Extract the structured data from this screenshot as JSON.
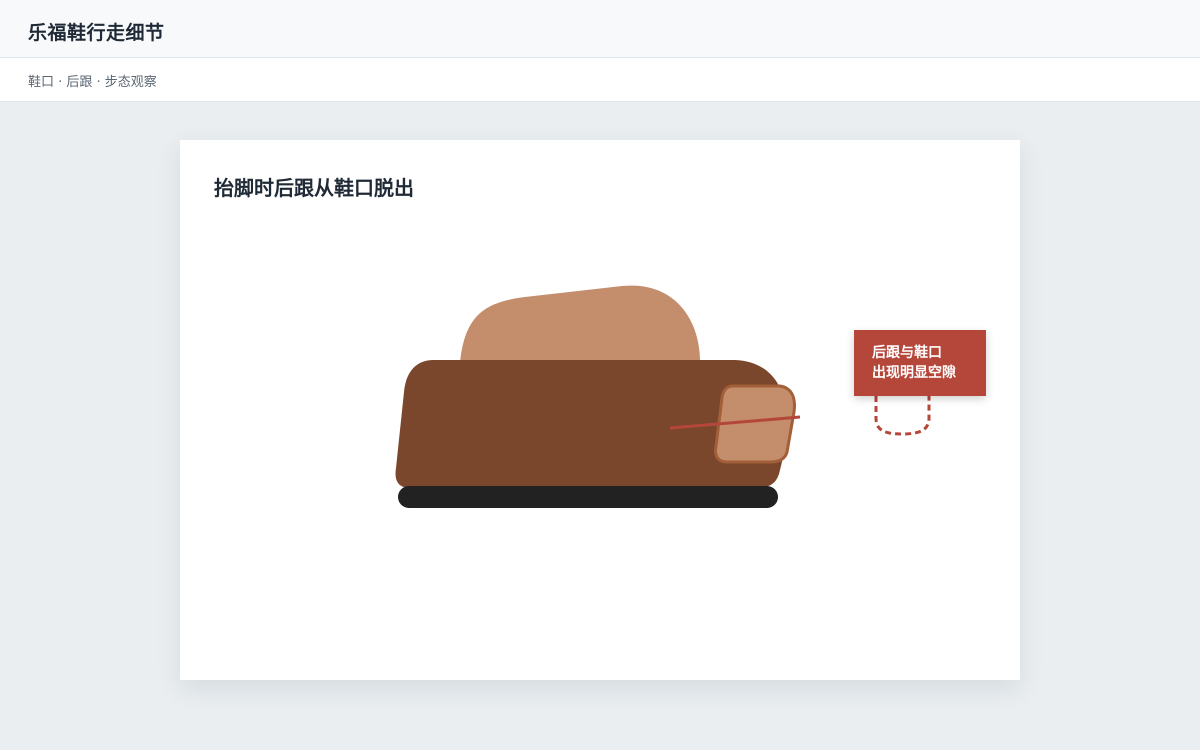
{
  "header": {
    "title": "乐福鞋行走细节"
  },
  "breadcrumb": {
    "text": "鞋口 · 后跟 · 步态观察"
  },
  "card": {
    "title": "抬脚时后跟从鞋口脱出"
  },
  "callout": {
    "line1": "后跟与鞋口",
    "line2": "出现明显空隙"
  },
  "colors": {
    "skin": "#c48d6c",
    "shoe": "#7a472c",
    "sole": "#222222",
    "accent": "#b5463a"
  }
}
